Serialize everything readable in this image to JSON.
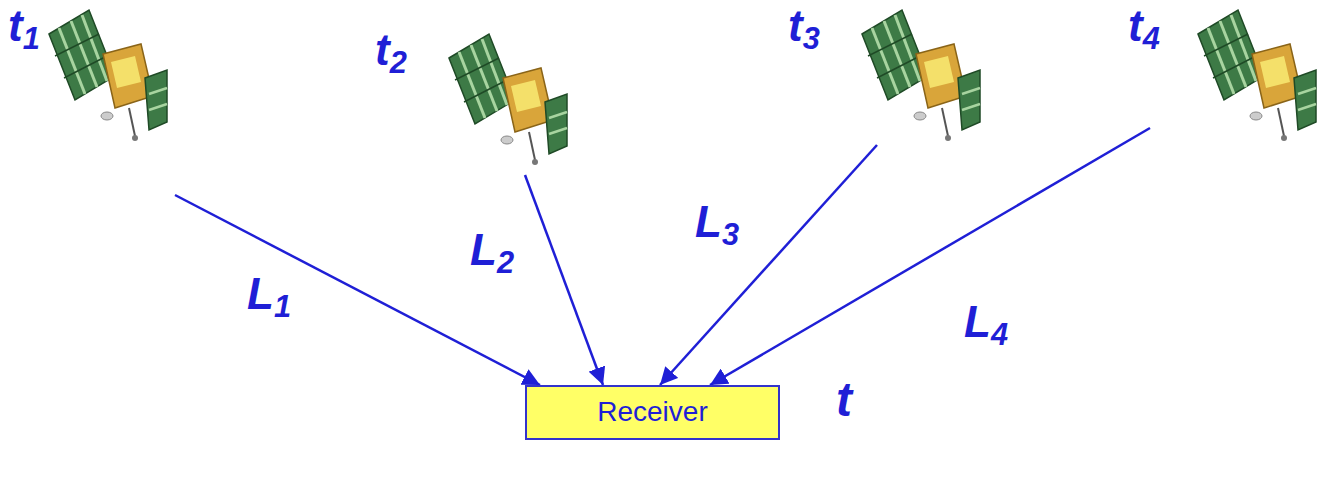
{
  "diagram": {
    "nodes": [
      {
        "text": [
          "t1"
        ]
      },
      {
        "text": [
          "t2"
        ]
      },
      {
        "text": [
          "t3"
        ]
      },
      {
        "text": [
          "t4"
        ]
      },
      {
        "text": [
          "Receiver"
        ]
      }
    ],
    "edges": [
      {
        "from": 0,
        "to": 4,
        "arrow": "to",
        "label": "L1"
      },
      {
        "from": 1,
        "to": 4,
        "arrow": "to",
        "label": "L2"
      },
      {
        "from": 2,
        "to": 4,
        "arrow": "to",
        "label": "L3"
      },
      {
        "from": 3,
        "to": 4,
        "arrow": "to",
        "label": "L4"
      }
    ],
    "labels": [
      "t"
    ]
  }
}
